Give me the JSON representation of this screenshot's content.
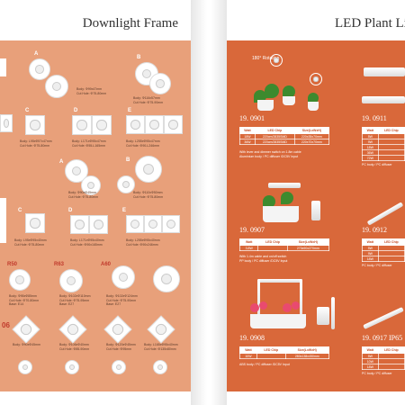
{
  "left_page": {
    "title": "Downlight Frame",
    "letters": [
      "A",
      "B",
      "C",
      "D",
      "E",
      "A",
      "B",
      "C",
      "D",
      "E",
      "R50",
      "R63",
      "A60",
      "06"
    ],
    "specs": [
      "Body: Φ99x47mm\nCut Hole: Φ75-80mm",
      "Body: Φ116x57mm\nCut Hole: Φ75-90mm",
      "Body: L95xΦ57x47mm\nCut Hole: Φ75-80mm",
      "Body: L171xΦ95x47mm\nCut Hole: Φ55-L165mm",
      "Body: L255xΦ95x47mm\nCut Hole: Φ90-L246mm",
      "Body: Φ90xΦ45mm\nCut Hole: Φ75-80mm",
      "Body: Φ110xΦ50mm\nCut Hole: Φ75-80mm",
      "Body: L95xΦ95x40mm\nCut Hole: Φ75-80mm",
      "Body: L171xΦ95x40mm\nCut Hole: Φ90x165mm",
      "Body: L255xΦ95x40mm\nCut Hole: Φ90x246mm",
      "Body: Φ95xΦ85mm\nCut Hole: Φ70-80mm\nBase: E14",
      "Body: Φ102xΦ110mm\nCut Hole: Φ75-95mm\nBase: E27",
      "Body: Φ102xΦ124mm\nCut Hole: Φ75-90mm\nBase: E27",
      "Body: Φ90xΦ45mm",
      "Body: Φ106xΦ40mm\nCut Hole: Φ85-90mm",
      "Body: Φ120xΦ45mm\nCut Hole: Φ95mm",
      "Body: L165xΦ95x40mm\nCut Hole: Φ135x80mm"
    ]
  },
  "right_page": {
    "title": "LED Plant Light",
    "rotation_label": "180° Rotation",
    "products": [
      {
        "number": "19. 0901",
        "headers": [
          "Watt",
          "LED Chip",
          "Size(LxWxH)"
        ],
        "rows": [
          [
            "18W",
            "220cm/2835SMD",
            "220x35x70mm"
          ],
          [
            "36W",
            "220cm/2835SMD",
            "220x70x70mm"
          ]
        ],
        "note": "With lever and dimmer switch on 1.8m cable\nAluminium body / PC diffuser /DC5V Input"
      },
      {
        "number": "19. 0911",
        "headers": [
          "Watt",
          "LED Chip"
        ],
        "rows": [
          [
            "5W",
            ""
          ],
          [
            "9W",
            ""
          ],
          [
            "18W",
            ""
          ],
          [
            "36W",
            ""
          ],
          [
            "72W",
            ""
          ]
        ],
        "note": "PC body / PC diffuser"
      },
      {
        "number": "19. 0907",
        "headers": [
          "Watt",
          "LED Chip",
          "Size(LxWxH)"
        ],
        "rows": [
          [
            "3.8W",
            "",
            "270x90x270mm"
          ]
        ],
        "note": "With 1.4m cable and on/off switch\nPP body / PC diffuser /DC5V Input"
      },
      {
        "number": "19. 0912",
        "headers": [
          "Watt",
          "LED Chip"
        ],
        "rows": [
          [
            "5W",
            ""
          ],
          [
            "9W",
            ""
          ],
          [
            "18W",
            ""
          ]
        ],
        "note": "PC body / PC diffuser"
      },
      {
        "number": "19. 0908",
        "headers": [
          "Watt",
          "LED Chip",
          "Size(LxWxH)"
        ],
        "rows": [
          [
            "10W",
            "",
            "280x138x450mm"
          ]
        ],
        "note": "ABS body / PC diffuser /DC5V Input"
      },
      {
        "number": "19. 0917 IP65",
        "headers": [
          "Watt",
          "LED Chip"
        ],
        "rows": [
          [
            "5W",
            ""
          ],
          [
            "10W",
            ""
          ],
          [
            "18W",
            ""
          ]
        ],
        "note": "PC body / PC diffuser"
      }
    ]
  }
}
